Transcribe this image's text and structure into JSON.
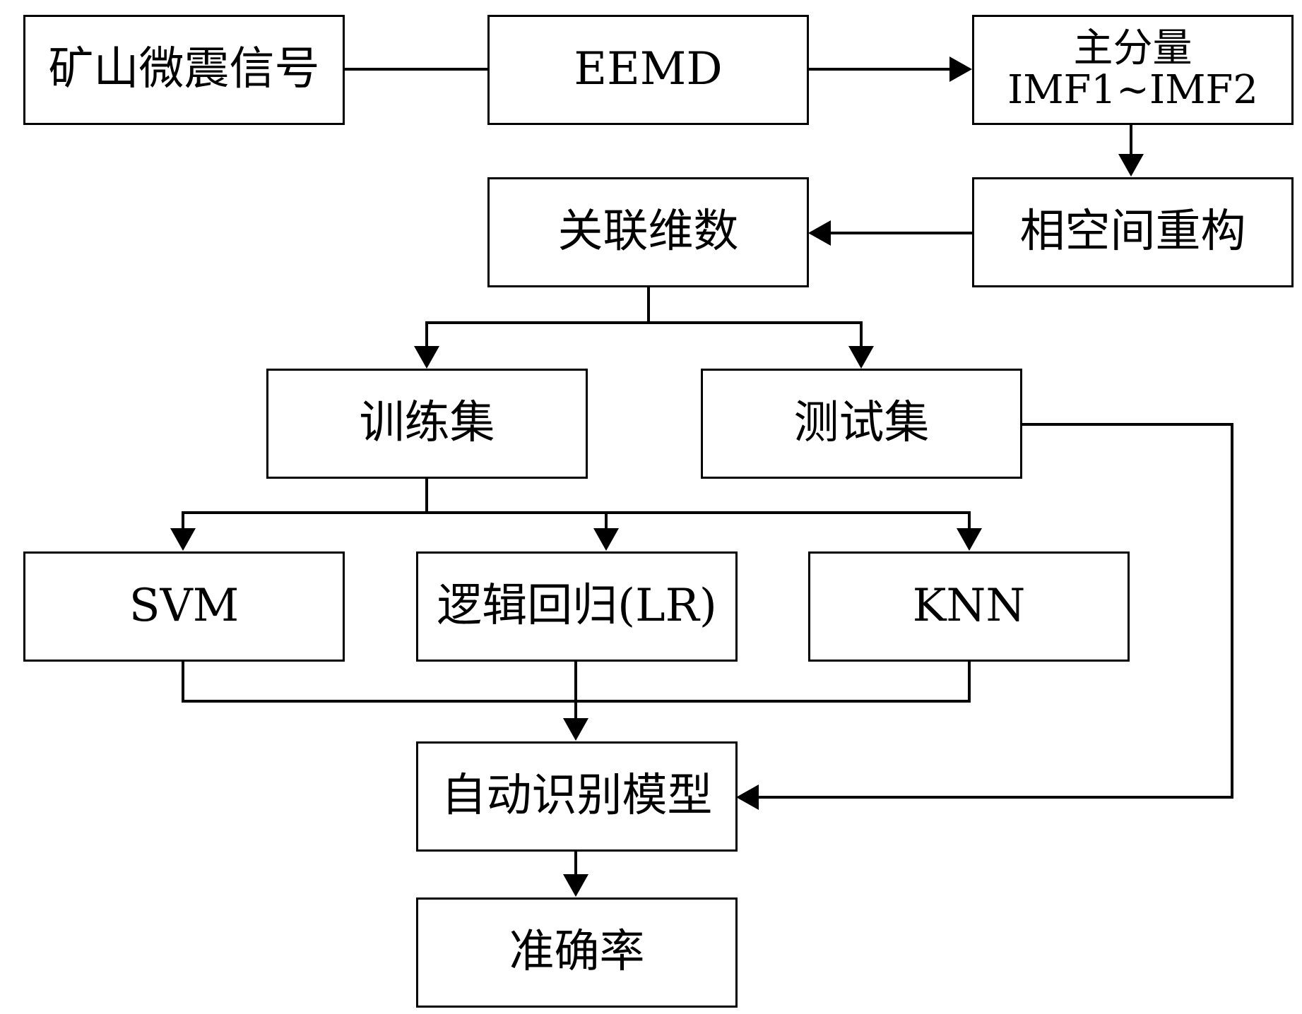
{
  "nodes": {
    "signal": "矿山微震信号",
    "eemd": "EEMD",
    "main_component_line1": "主分量",
    "main_component_line2": "IMF1~IMF2",
    "phase_space": "相空间重构",
    "correlation_dim": "关联维数",
    "train_set": "训练集",
    "test_set": "测试集",
    "svm": "SVM",
    "lr": "逻辑回归(LR)",
    "knn": "KNN",
    "auto_model": "自动识别模型",
    "accuracy": "准确率"
  }
}
